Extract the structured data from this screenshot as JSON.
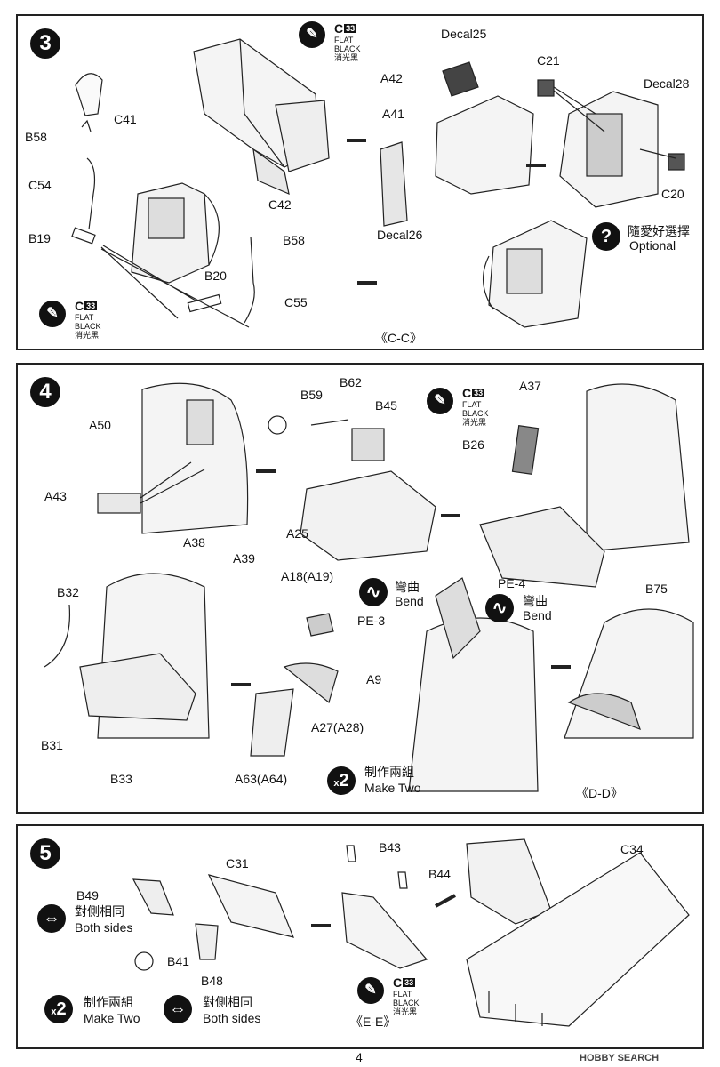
{
  "page_number": "4",
  "watermark": "HOBBY SEARCH",
  "paint": {
    "code": "C",
    "num": "33",
    "name_en": "FLAT BLACK",
    "name_zh": "消光黑"
  },
  "step3": {
    "number": "3",
    "parts": {
      "c41": "C41",
      "c42": "C42",
      "b58a": "B58",
      "b58b": "B58",
      "c54": "C54",
      "b19": "B19",
      "b20": "B20",
      "c55": "C55",
      "a42": "A42",
      "a41": "A41",
      "decal25": "Decal25",
      "decal26": "Decal26",
      "c21": "C21",
      "decal28": "Decal28",
      "c20": "C20"
    },
    "optional_zh": "隨愛好選擇",
    "optional_en": "Optional",
    "optional_icon": "?",
    "view": "《C-C》"
  },
  "step4": {
    "number": "4",
    "parts": {
      "a50": "A50",
      "a43": "A43",
      "b59": "B59",
      "b62": "B62",
      "b45": "B45",
      "a37": "A37",
      "b26": "B26",
      "a25": "A25",
      "a38": "A38",
      "a39": "A39",
      "b32": "B32",
      "b31": "B31",
      "b33": "B33",
      "a18": "A18(A19)",
      "a27": "A27(A28)",
      "a63": "A63(A64)",
      "pe4": "PE-4",
      "pe3": "PE-3",
      "a9": "A9",
      "b75": "B75"
    },
    "bend_zh": "彎曲",
    "bend_en": "Bend",
    "make_two_num": "2",
    "make_two_zh": "制作兩組",
    "make_two_en": "Make Two",
    "view": "《D-D》"
  },
  "step5": {
    "number": "5",
    "parts": {
      "b49": "B49",
      "c31": "C31",
      "b41": "B41",
      "b48": "B48",
      "b43": "B43",
      "b44": "B44",
      "c34": "C34"
    },
    "both_sides_zh": "對側相同",
    "both_sides_en": "Both sides",
    "make_two_num": "2",
    "make_two_zh": "制作兩組",
    "make_two_en": "Make Two",
    "view": "《E-E》"
  }
}
